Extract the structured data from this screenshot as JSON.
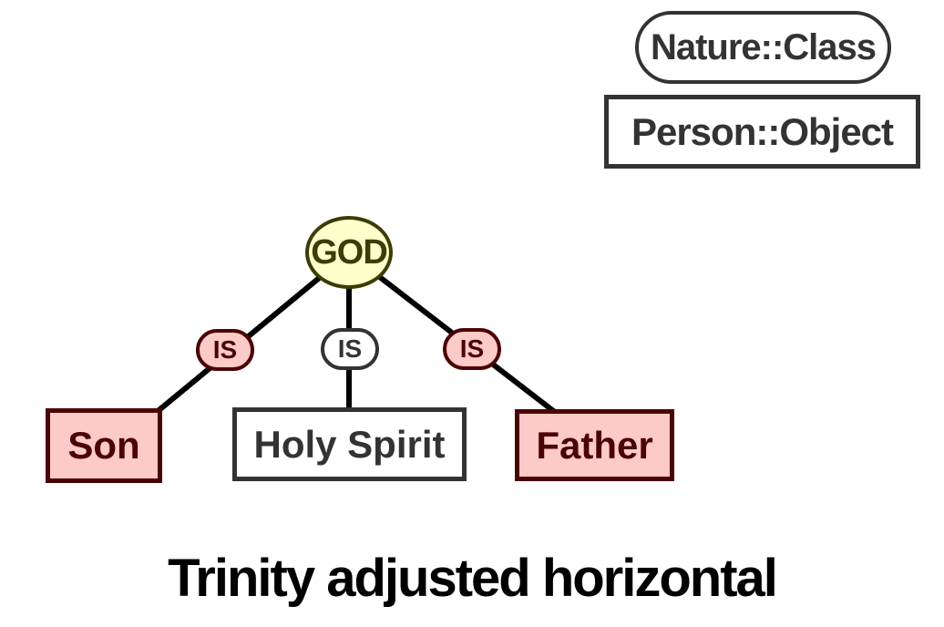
{
  "diagram": {
    "title": "Trinity adjusted horizontal",
    "legend": {
      "class_label": "Nature::Class",
      "object_label": "Person::Object"
    },
    "root": {
      "label": "GOD"
    },
    "connectors": {
      "left": {
        "label": "IS",
        "variant": "pink"
      },
      "center": {
        "label": "IS",
        "variant": "plain"
      },
      "right": {
        "label": "IS",
        "variant": "pink"
      }
    },
    "children": {
      "left": {
        "label": "Son",
        "variant": "pink"
      },
      "center": {
        "label": "Holy Spirit",
        "variant": "plain"
      },
      "right": {
        "label": "Father",
        "variant": "pink"
      }
    },
    "colors": {
      "class_fill": "#ffffcc",
      "class_border": "#3c3c04",
      "person_fill": "#fdcaca",
      "person_border": "#4b0404",
      "neutral_border": "#333333",
      "line": "#000000"
    }
  }
}
